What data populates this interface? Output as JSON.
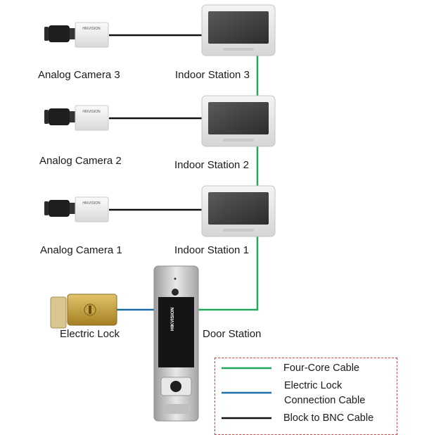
{
  "cameras": [
    {
      "label": "Analog Camera 3"
    },
    {
      "label": "Analog Camera 2"
    },
    {
      "label": "Analog Camera 1"
    }
  ],
  "indoor_stations": [
    {
      "label": "Indoor Station 3"
    },
    {
      "label": "Indoor Station 2"
    },
    {
      "label": "Indoor Station 1"
    }
  ],
  "door_station": {
    "label": "Door Station",
    "brand": "HIKVISION"
  },
  "camera_brand": "HIKVISION",
  "electric_lock": {
    "label": "Electric Lock"
  },
  "legend": {
    "four_core": {
      "label": "Four-Core Cable",
      "color": "#22a85a"
    },
    "electric_lock_cable": {
      "line1": "Electric Lock",
      "line2": "Connection Cable",
      "color": "#1f6fa8"
    },
    "bnc": {
      "label": "Block to BNC Cable",
      "color": "#111111"
    }
  }
}
